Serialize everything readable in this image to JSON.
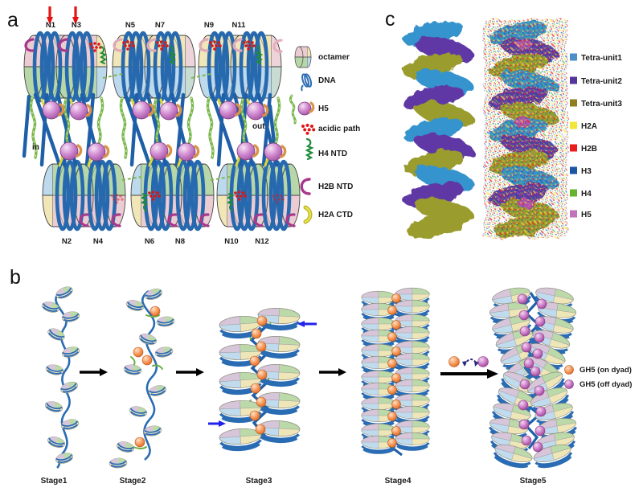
{
  "figure": {
    "panel_a_label": "a",
    "panel_b_label": "b",
    "panel_c_label": "c"
  },
  "panel_a": {
    "arrow_color": "#e41414",
    "top_labels": [
      "N1",
      "N3",
      "N5",
      "N7",
      "N9",
      "N11"
    ],
    "bottom_labels": [
      "N2",
      "N4",
      "N6",
      "N8",
      "N10",
      "N12"
    ],
    "in_label": "in",
    "out_label": "out",
    "legend": [
      {
        "label": "octamer"
      },
      {
        "label": "DNA"
      },
      {
        "label": "H5"
      },
      {
        "label": "acidic path"
      },
      {
        "label": "H4 NTD"
      },
      {
        "label": "H2B NTD"
      },
      {
        "label": "H2A CTD"
      }
    ]
  },
  "panel_b": {
    "stage_labels": [
      "Stage1",
      "Stage2",
      "Stage3",
      "Stage4",
      "Stage5"
    ],
    "legend": [
      {
        "label": "GH5 (on dyad)",
        "color": "#f0824a"
      },
      {
        "label": "GH5 (off dyad)",
        "color": "#c272ba"
      }
    ]
  },
  "panel_c": {
    "legend": [
      {
        "label": "Tetra-unit1",
        "color": "#4a90c8"
      },
      {
        "label": "Tetra-unit2",
        "color": "#55359b"
      },
      {
        "label": "Tetra-unit3",
        "color": "#8f7d1e"
      },
      {
        "label": "H2A",
        "color": "#f2e636"
      },
      {
        "label": "H2B",
        "color": "#ea1c1c"
      },
      {
        "label": "H3",
        "color": "#1d55a5"
      },
      {
        "label": "H4",
        "color": "#67b32e"
      },
      {
        "label": "H5",
        "color": "#c272ba"
      }
    ]
  }
}
